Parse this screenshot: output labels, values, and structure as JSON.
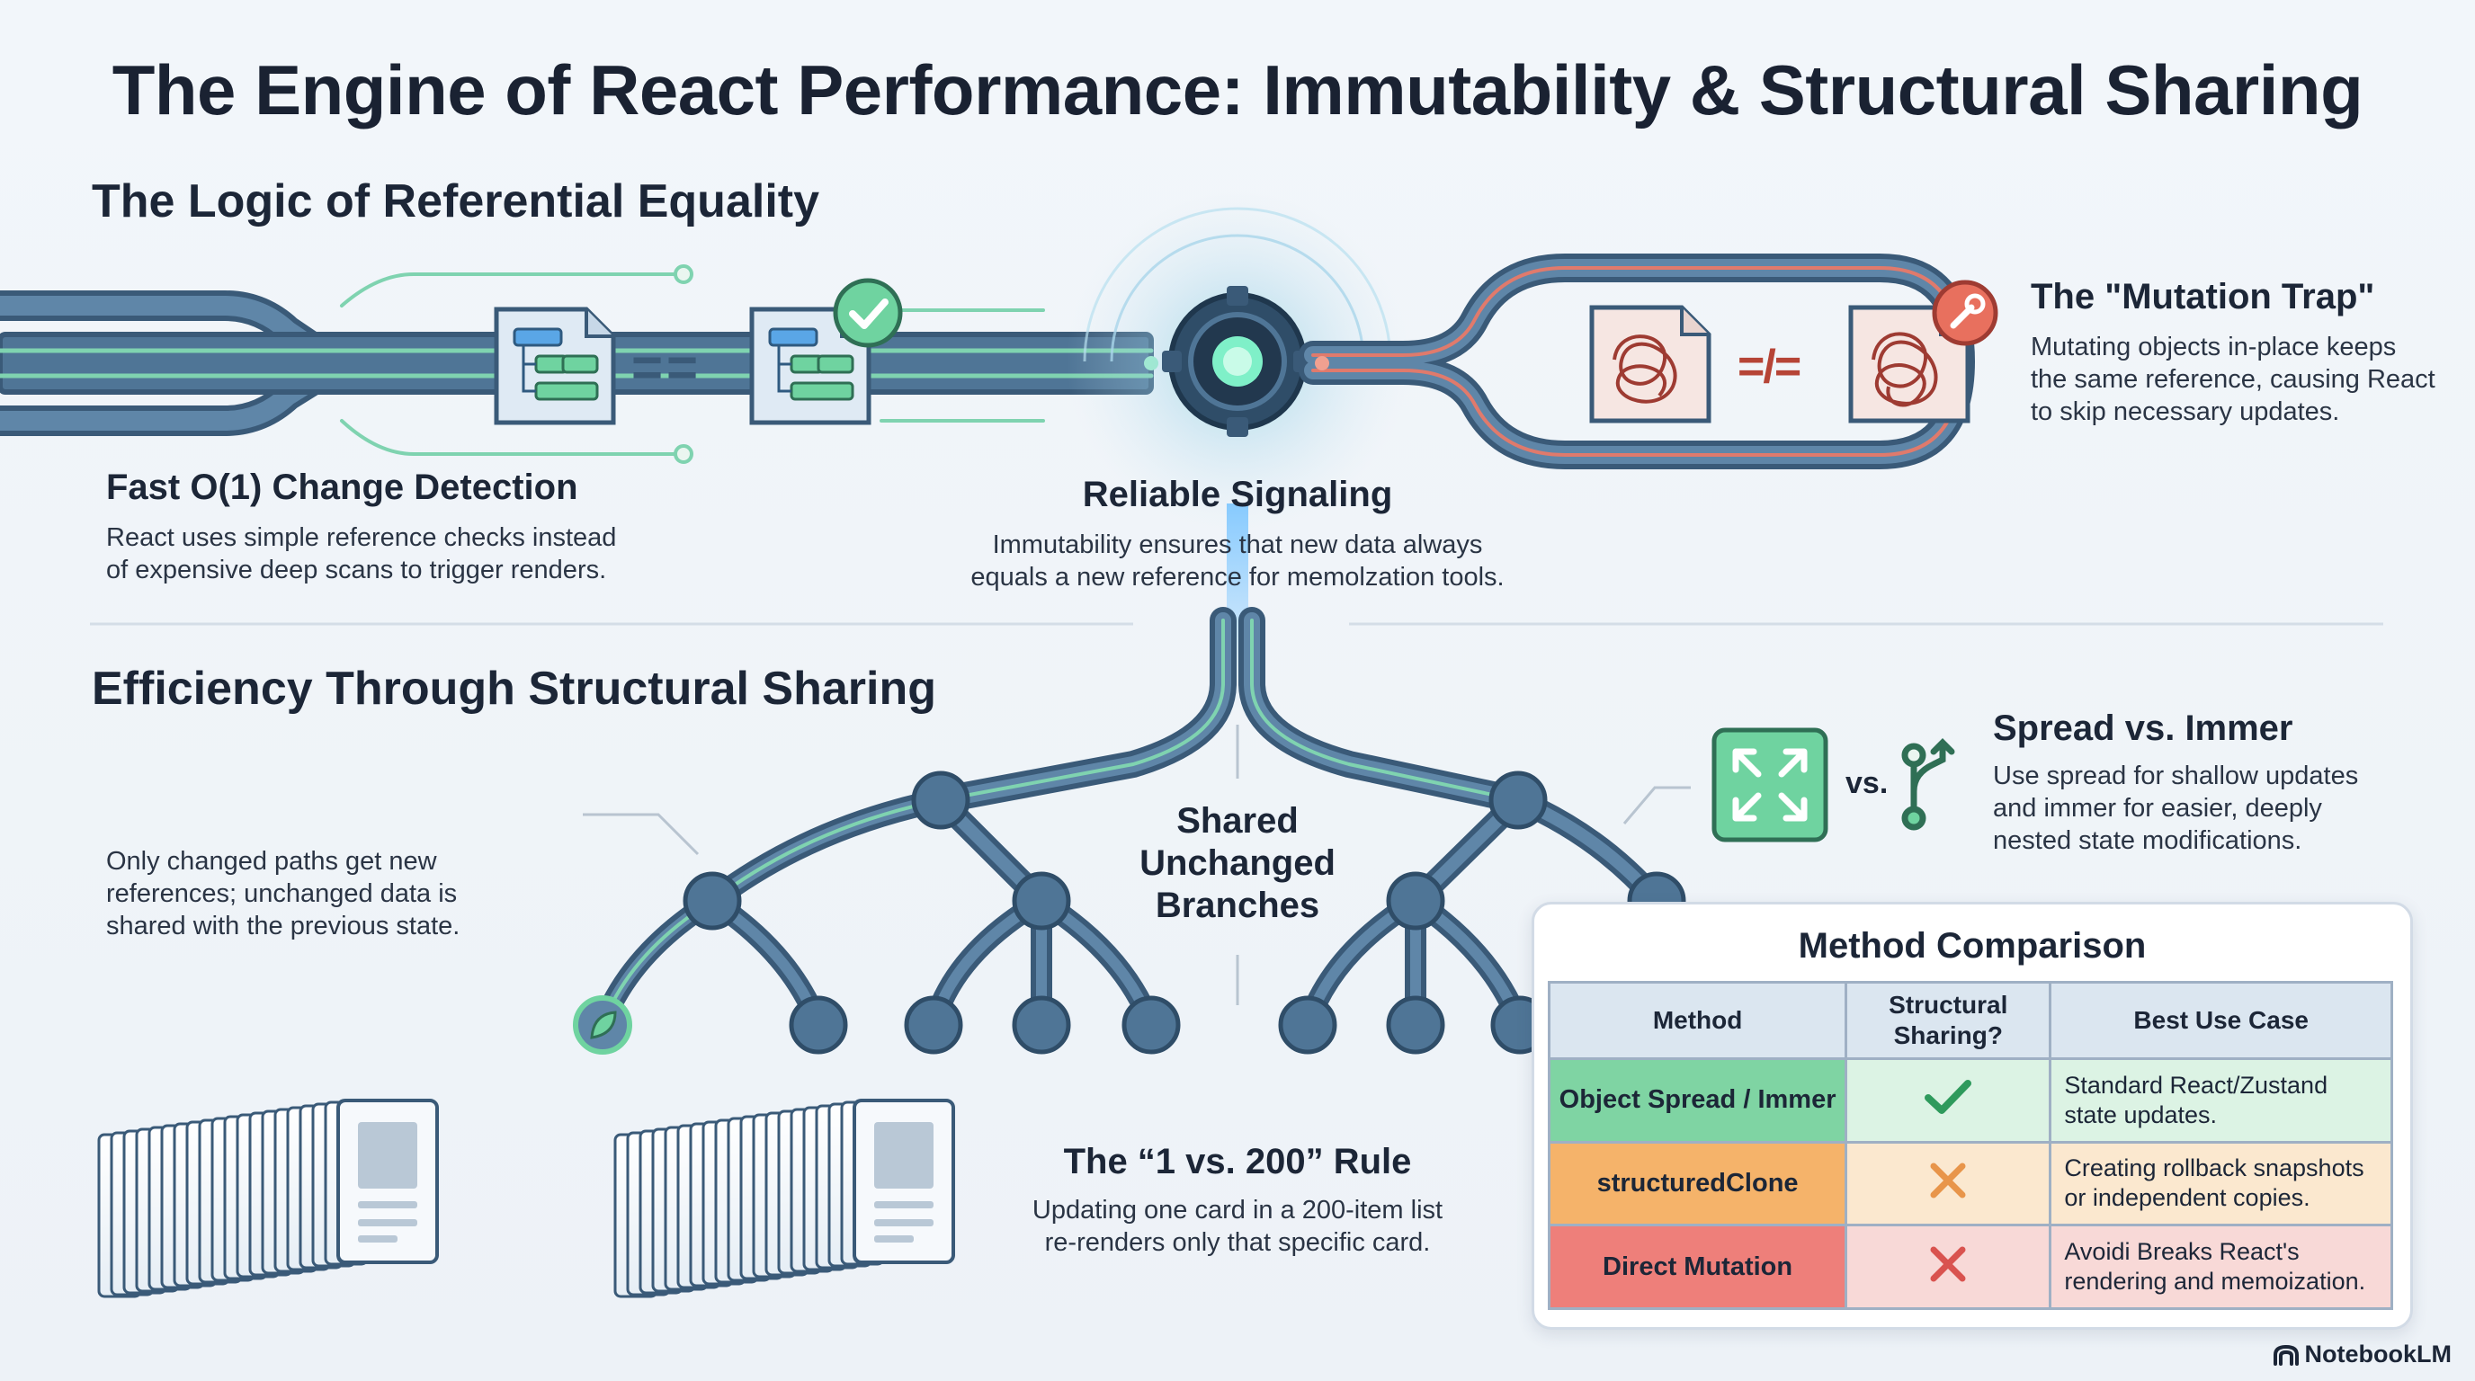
{
  "title": "The Engine of React Performance: Immutability & Structural Sharing",
  "sections": {
    "referential": "The Logic of Referential Equality",
    "structural": "Efficiency Through Structural Sharing"
  },
  "fast_detection": {
    "heading": "Fast O(1) Change Detection",
    "line1": "React uses simple reference checks instead",
    "line2": "of expensive deep scans to trigger renders."
  },
  "equal_symbol": "==",
  "not_equal_symbol": "=/=",
  "reliable_signaling": {
    "heading": "Reliable Signaling",
    "line1": "Immutability ensures that new data always",
    "line2": "equals a new reference for memolzation tools."
  },
  "mutation_trap": {
    "heading": "The \"Mutation Trap\"",
    "line1": "Mutating objects in-place keeps",
    "line2": "the same reference, causing React",
    "line3": "to skip necessary updates."
  },
  "changed_paths": {
    "line1": "Only changed paths get new",
    "line2": "references; unchanged data is",
    "line3": "shared with the previous state."
  },
  "shared_branches": {
    "line1": "Shared",
    "line2": "Unchanged",
    "line3": "Branches"
  },
  "spread_immer": {
    "heading": "Spread vs. Immer",
    "vs": "vs.",
    "line1": "Use spread for shallow updates",
    "line2": "and immer for easier, deeply",
    "line3": "nested state modifications."
  },
  "rule": {
    "heading": "The “1 vs. 200” Rule",
    "line1": "Updating one card in a 200-item list",
    "line2": "re-renders only that specific card."
  },
  "comparison": {
    "title": "Method Comparison",
    "headers": {
      "method": "Method",
      "sharing_line1": "Structural",
      "sharing_line2": "Sharing?",
      "use": "Best Use Case"
    },
    "rows": [
      {
        "method": "Object Spread / Immer",
        "mark": "check",
        "use_line1": "Standard React/Zustand",
        "use_line2": "state updates.",
        "mark_color": "#2e9a5c"
      },
      {
        "method": "structuredClone",
        "mark": "cross",
        "use_line1": "Creating rollback snapshots",
        "use_line2": "or independent copies.",
        "mark_color": "#e8954a"
      },
      {
        "method": "Direct Mutation",
        "mark": "cross",
        "use_line1": "Avoidi Breaks React's",
        "use_line2": "rendering and memoization.",
        "mark_color": "#d9534f"
      }
    ]
  },
  "brand": "NotebookLM",
  "colors": {
    "pipe": "#4f7596",
    "pipe_dark": "#3a5a78",
    "green": "#6fd3a0",
    "red": "#e07a6c",
    "node": "#4f7596"
  }
}
